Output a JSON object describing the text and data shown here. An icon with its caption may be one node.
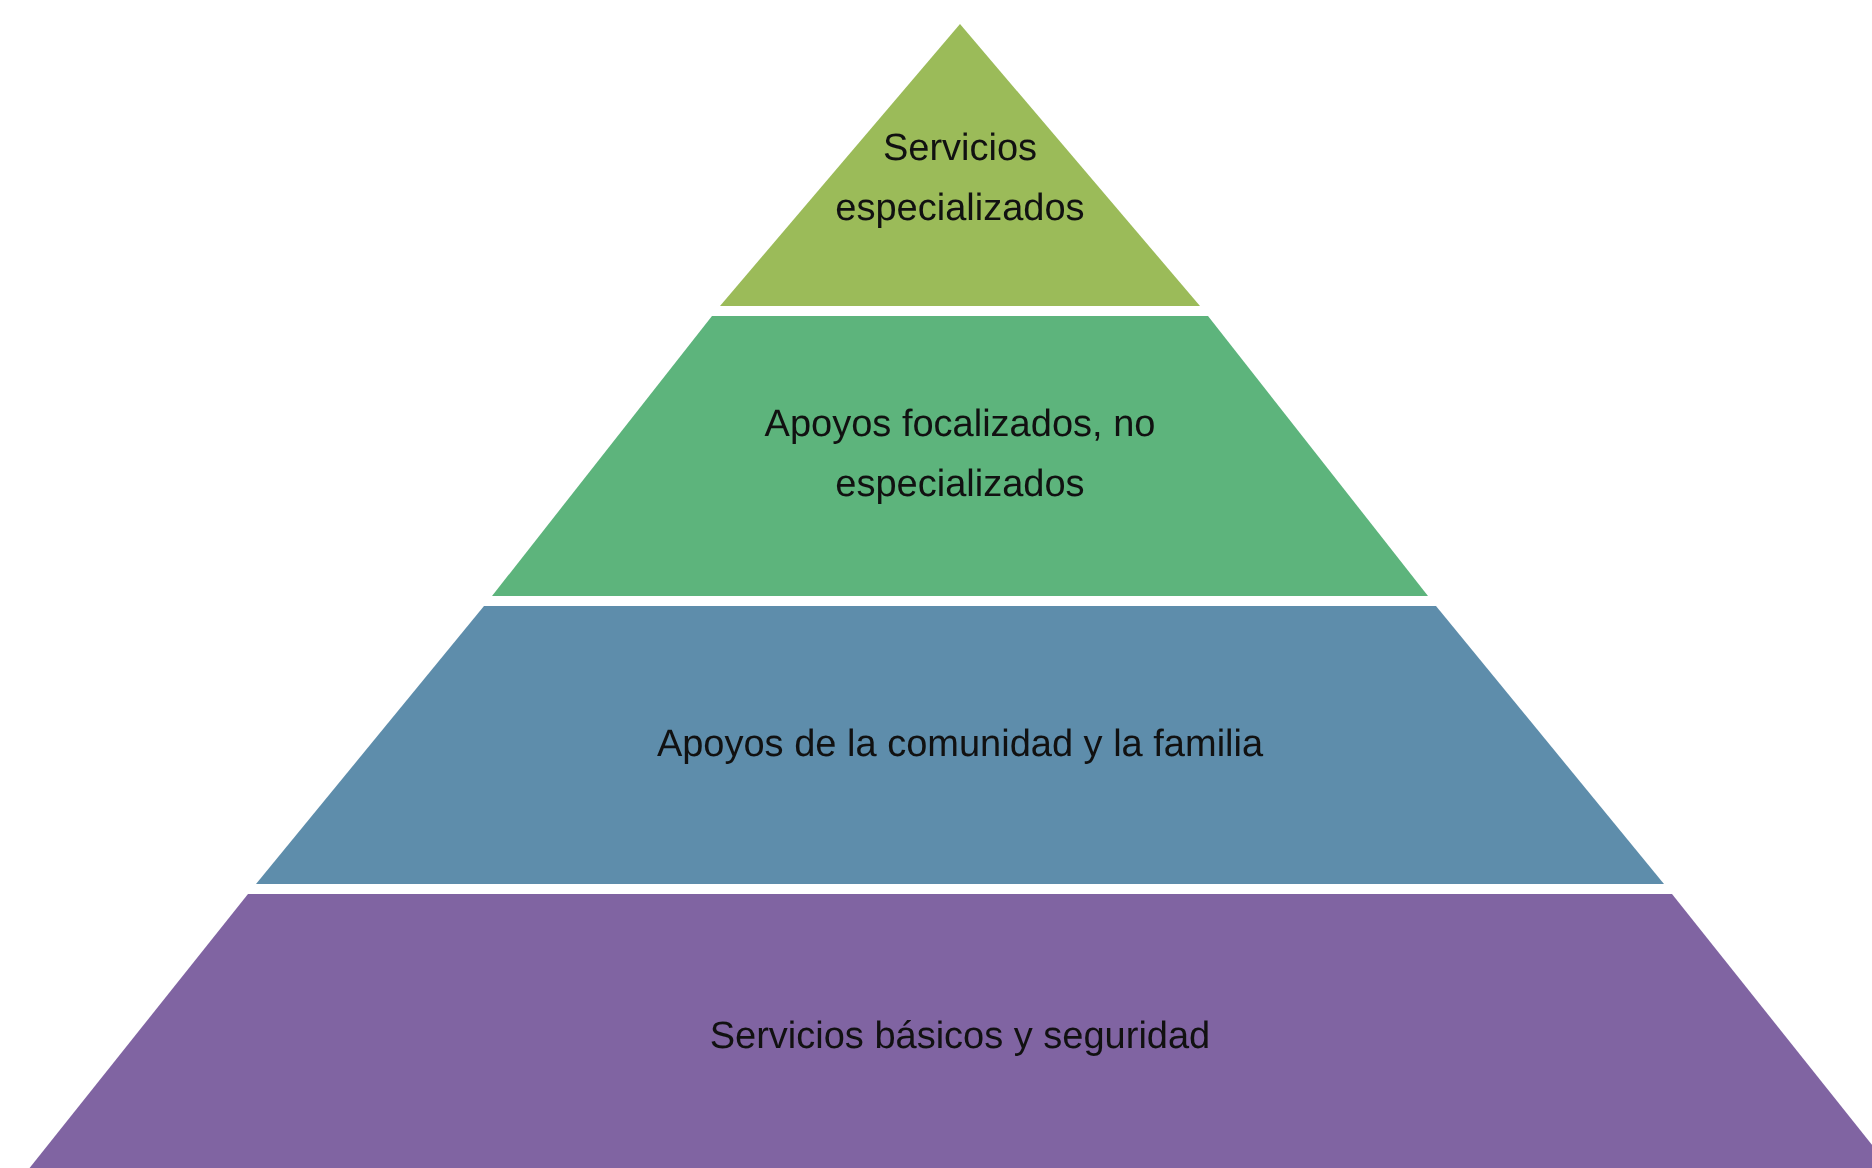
{
  "diagram": {
    "nodes": [
      {
        "text": [
          "Servicios especializados"
        ]
      },
      {
        "text": [
          "Apoyos focalizados, no especializados"
        ]
      },
      {
        "text": [
          "Apoyos de la comunidad y la familia"
        ]
      },
      {
        "text": [
          "Servicios básicos y seguridad"
        ]
      }
    ]
  }
}
